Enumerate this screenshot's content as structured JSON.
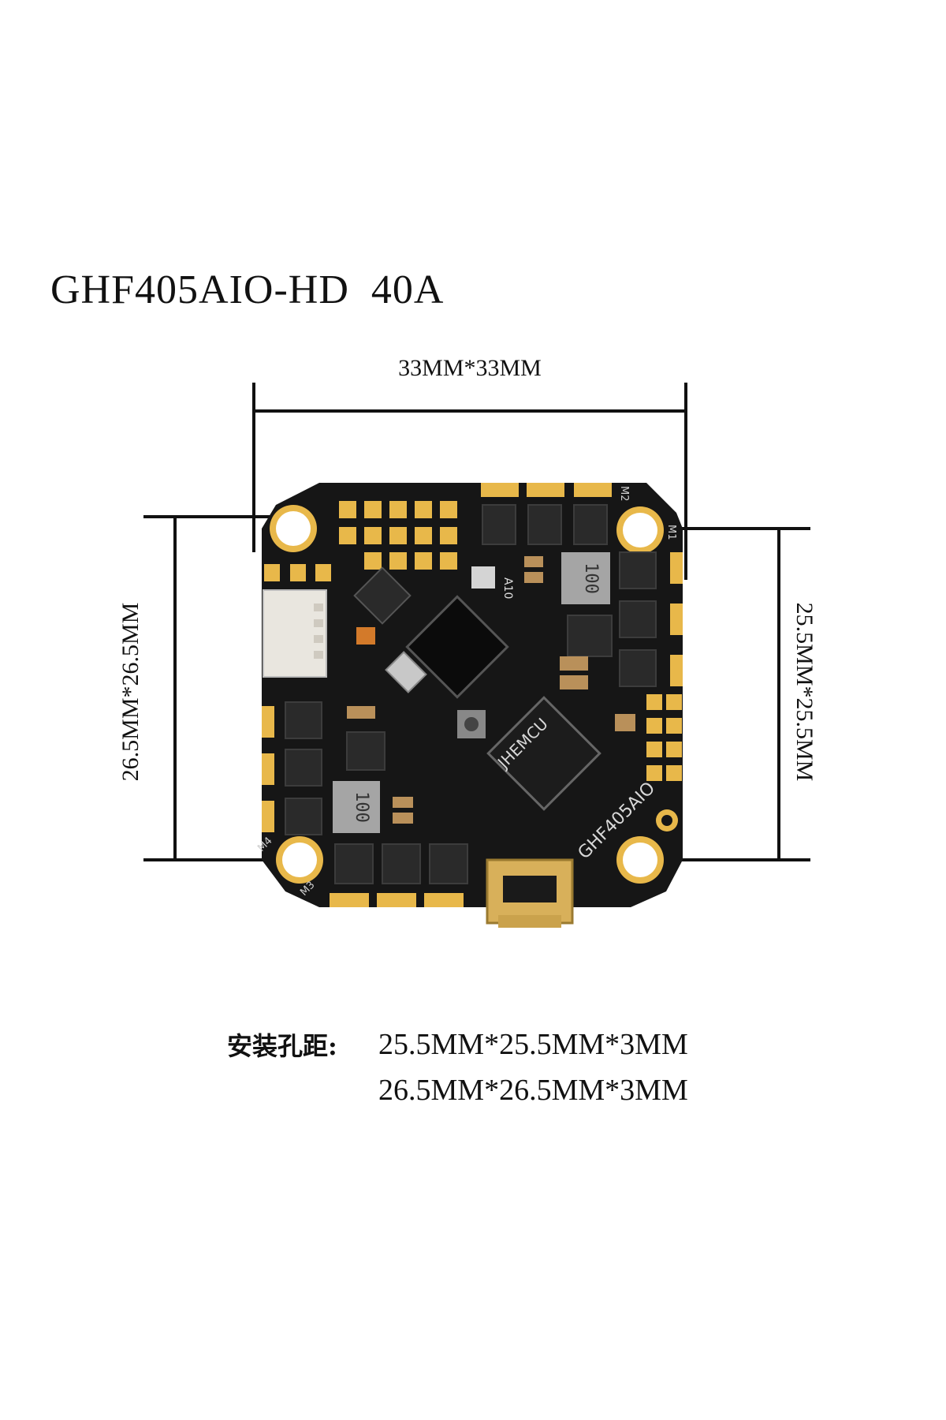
{
  "product_title": "GHF405AIO-HD  40A",
  "dimensions": {
    "board_size": "33MM*33MM",
    "mount_left": "26.5MM*26.5MM",
    "mount_right": "25.5MM*25.5MM"
  },
  "board_silkscreen": {
    "brand": "JHEMCU",
    "model": "GHF405AIO",
    "inductor_marking": "100",
    "motor_labels": [
      "M1",
      "M2",
      "M3",
      "M4"
    ],
    "chip_label": "A10"
  },
  "mounting_spec": {
    "label": "安装孔距:",
    "values": [
      "25.5MM*25.5MM*3MM",
      "26.5MM*26.5MM*3MM"
    ]
  },
  "colors": {
    "pcb": "#161616",
    "pad_gold": "#e8b84a",
    "copper": "#c9a14a"
  }
}
